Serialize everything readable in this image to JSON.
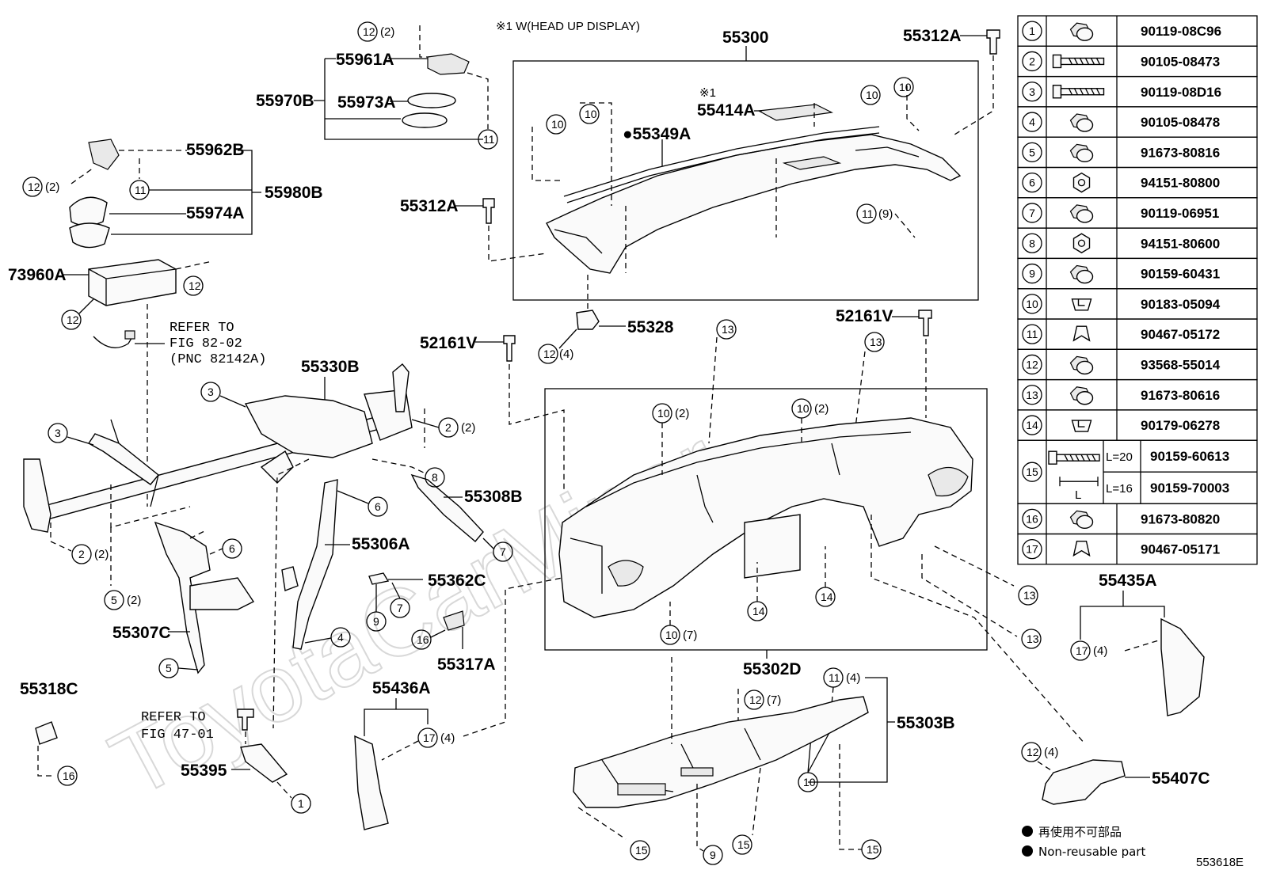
{
  "diagram": {
    "code": "553618E",
    "hud_note": "※1  W(HEAD UP DISPLAY)",
    "watermark": "ToyotaCarMiner",
    "legend": {
      "jp": "再使用不可部品",
      "en": "Non-reusable part"
    },
    "refs": {
      "ref1": [
        "REFER TO",
        "FIG 82-02",
        "(PNC 82142A)"
      ],
      "ref2": [
        "REFER TO",
        "FIG 47-01"
      ]
    },
    "labels": {
      "p55300": "55300",
      "p55312A_top": "55312A",
      "p55312A_left": "55312A",
      "p55961A": "55961A",
      "p55970B": "55970B",
      "p55973A": "55973A",
      "p55962B": "55962B",
      "p55980B": "55980B",
      "p55974A": "55974A",
      "p73960A": "73960A",
      "p55414A": "55414A",
      "p55349A": "●55349A",
      "hudmark": "※1",
      "p55328": "55328",
      "p52161V_left": "52161V",
      "p52161V_right": "52161V",
      "p55330B": "55330B",
      "p55308B": "55308B",
      "p55306A": "55306A",
      "p55362C": "55362C",
      "p55307C": "55307C",
      "p55317A": "55317A",
      "p55318C": "55318C",
      "p55436A": "55436A",
      "p55302D": "55302D",
      "p55303B": "55303B",
      "p55435A": "55435A",
      "p55407C": "55407C",
      "p55395": "55395"
    },
    "quantities": {
      "q_2": "(2)",
      "q_4": "(4)",
      "q_7": "(7)",
      "q_9": "(9)"
    }
  },
  "fastener_table": {
    "rows": [
      {
        "no": "1",
        "part": "90119-08C96"
      },
      {
        "no": "2",
        "part": "90105-08473"
      },
      {
        "no": "3",
        "part": "90119-08D16"
      },
      {
        "no": "4",
        "part": "90105-08478"
      },
      {
        "no": "5",
        "part": "91673-80816"
      },
      {
        "no": "6",
        "part": "94151-80800"
      },
      {
        "no": "7",
        "part": "90119-06951"
      },
      {
        "no": "8",
        "part": "94151-80600"
      },
      {
        "no": "9",
        "part": "90159-60431"
      },
      {
        "no": "10",
        "part": "90183-05094"
      },
      {
        "no": "11",
        "part": "90467-05172"
      },
      {
        "no": "12",
        "part": "93568-55014"
      },
      {
        "no": "13",
        "part": "91673-80616"
      },
      {
        "no": "14",
        "part": "90179-06278"
      },
      {
        "no": "15",
        "sub": [
          {
            "len": "L=20",
            "part": "90159-60613"
          },
          {
            "len": "L=16",
            "part": "90159-70003"
          }
        ],
        "dim": "L"
      },
      {
        "no": "16",
        "part": "91673-80820"
      },
      {
        "no": "17",
        "part": "90467-05171"
      }
    ]
  }
}
